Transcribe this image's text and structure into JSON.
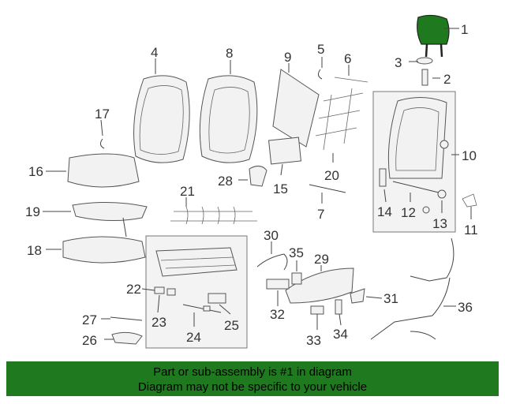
{
  "callouts": [
    "1",
    "2",
    "3",
    "4",
    "5",
    "6",
    "7",
    "8",
    "9",
    "10",
    "11",
    "12",
    "13",
    "14",
    "15",
    "16",
    "17",
    "18",
    "19",
    "20",
    "21",
    "22",
    "23",
    "24",
    "25",
    "26",
    "27",
    "28",
    "29",
    "30",
    "31",
    "32",
    "33",
    "34",
    "35",
    "36"
  ],
  "highlight_color": "#1f7a1f",
  "footer": {
    "line1": "Part or sub-assembly is #1 in diagram",
    "line2": "Diagram may not be specific to your vehicle"
  }
}
